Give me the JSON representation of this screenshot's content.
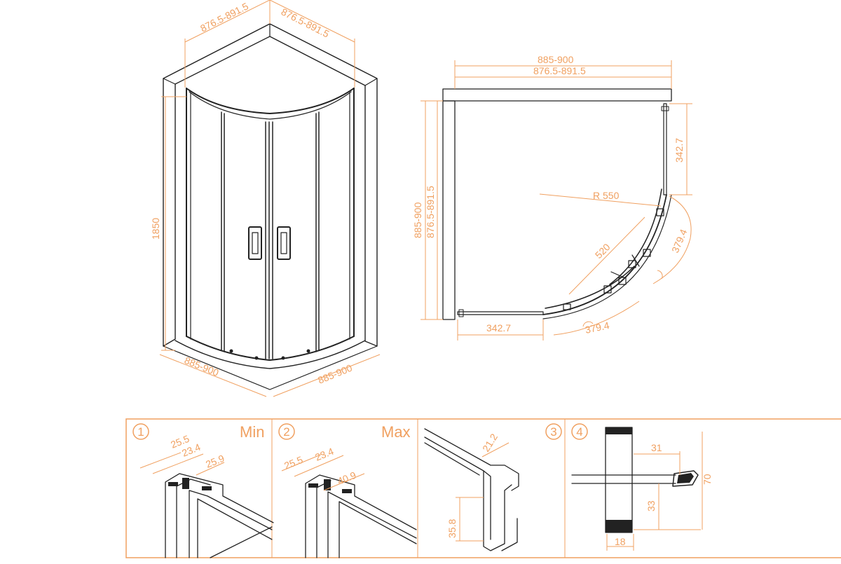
{
  "colors": {
    "dimension": "#f0a060",
    "ink": "#222222",
    "background": "#ffffff"
  },
  "isometric": {
    "top_left_width": "876.5-891.5",
    "top_right_width": "876.5-891.5",
    "height": "1850",
    "bottom_left_width": "885-900",
    "bottom_right_width": "885-900"
  },
  "plan": {
    "outer_width": "885-900",
    "inner_width": "876.5-891.5",
    "left_outer_depth": "885-900",
    "left_inner_depth": "876.5-891.5",
    "right_fixed_panel": "342.7",
    "radius": "R 550",
    "door_opening": "520",
    "right_arc_segment": "379.4",
    "bottom_fixed_panel": "342.7",
    "bottom_arc_segment": "379.4"
  },
  "details": [
    {
      "badge": "1",
      "tag": "Min",
      "dims": [
        "25.5",
        "23.4",
        "25.9"
      ]
    },
    {
      "badge": "2",
      "tag": "Max",
      "dims": [
        "25.5",
        "23.4",
        "40.9"
      ]
    },
    {
      "badge": "3",
      "tag": "",
      "dims": [
        "21.2",
        "35.8"
      ]
    },
    {
      "badge": "4",
      "tag": "",
      "dims": [
        "31",
        "70",
        "33",
        "18"
      ]
    }
  ]
}
